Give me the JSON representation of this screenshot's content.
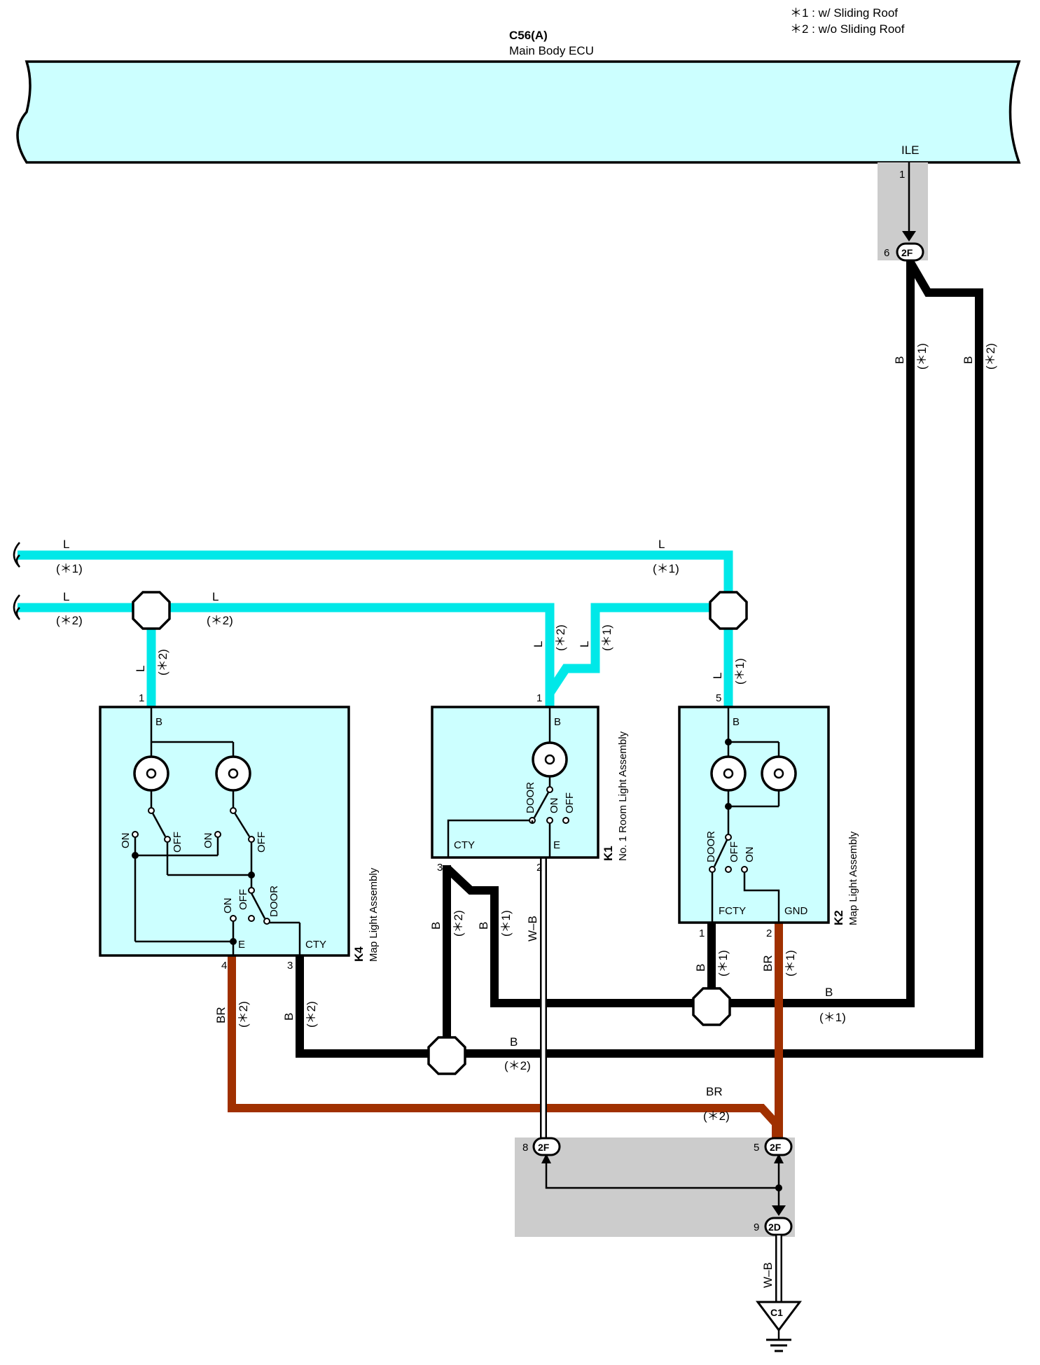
{
  "notes": [
    "＊1 : w/ Sliding Roof",
    "＊2 : w/o Sliding Roof"
  ],
  "ecu": {
    "code": "C56(A)",
    "name": "Main Body ECU",
    "terminal": "ILE",
    "pin": "1"
  },
  "junction_top": {
    "id": "2F",
    "pin": "6"
  },
  "wires": {
    "b": "B",
    "l": "L",
    "br": "BR",
    "wb": "W–B",
    "s1": "(＊1)",
    "s2": "(＊2)"
  },
  "k4": {
    "code": "K4",
    "name": "Map Light Assembly",
    "t_b": "B",
    "t_e": "E",
    "t_cty": "CTY",
    "pin1": "1",
    "pin4": "4",
    "pin3": "3",
    "on": "ON",
    "off": "OFF",
    "door": "DOOR"
  },
  "k1": {
    "code": "K1",
    "name": "No. 1 Room Light Assembly",
    "t_b": "B",
    "t_cty": "CTY",
    "t_e": "E",
    "pin1": "1",
    "pin3": "3",
    "pin2": "2",
    "door": "DOOR",
    "on": "ON",
    "off": "OFF"
  },
  "k2": {
    "code": "K2",
    "name": "Map Light Assembly",
    "t_b": "B",
    "t_fcty": "FCTY",
    "t_gnd": "GND",
    "pin5": "5",
    "pin1": "1",
    "pin2": "2",
    "door": "DOOR",
    "off": "OFF",
    "on": "ON"
  },
  "junction_bottom": {
    "left": {
      "id": "2F",
      "pin": "8"
    },
    "right": {
      "id": "2F",
      "pin": "5"
    },
    "lower": {
      "id": "2D",
      "pin": "9"
    }
  },
  "ground": {
    "id": "C1"
  }
}
